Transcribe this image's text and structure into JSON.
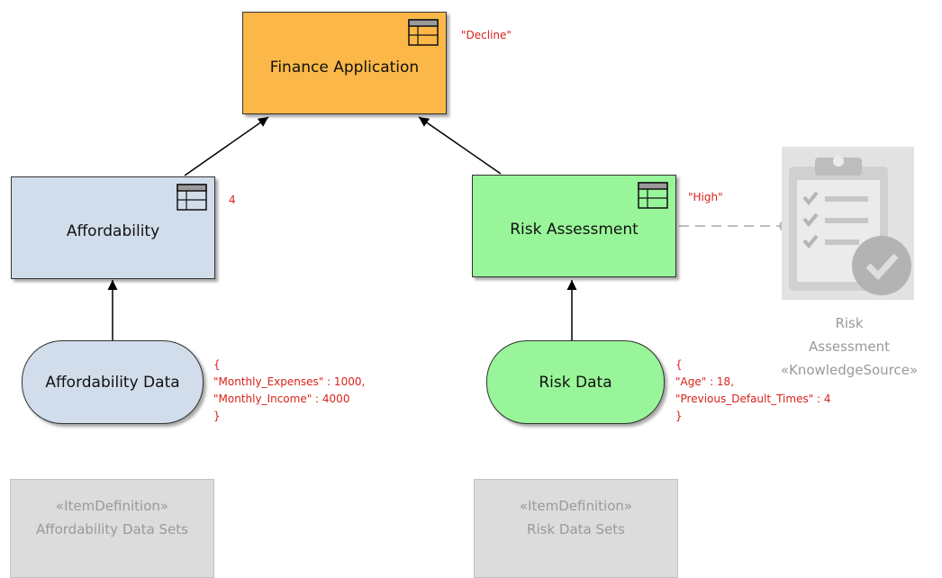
{
  "nodes": {
    "finance_application": {
      "label": "Finance Application",
      "value": "\"Decline\""
    },
    "affordability": {
      "label": "Affordability",
      "value": "4"
    },
    "risk_assessment": {
      "label": "Risk Assessment",
      "value": "\"High\""
    },
    "affordability_data": {
      "label": "Affordability Data",
      "value_lines": [
        "{",
        "\"Monthly_Expenses\" : 1000,",
        "\"Monthly_Income\" : 4000",
        "}"
      ]
    },
    "risk_data": {
      "label": "Risk Data",
      "value_lines": [
        "{",
        "\"Age\" : 18,",
        "\"Previous_Default_Times\" : 4",
        "}"
      ]
    },
    "knowledge_source": {
      "name_line1": "Risk",
      "name_line2": "Assessment",
      "stereotype": "«KnowledgeSource»"
    },
    "affordability_item_definition": {
      "stereotype": "«ItemDefinition»",
      "name": "Affordability Data Sets"
    },
    "risk_item_definition": {
      "stereotype": "«ItemDefinition»",
      "name": "Risk Data Sets"
    }
  },
  "colors": {
    "decision_orange": "#fbb848",
    "decision_blue": "#d2ddeb",
    "decision_green": "#99f599",
    "input_blue": "#d2ddeb",
    "input_green": "#99f599",
    "value_red": "#d9221a",
    "item_definition_gray": "#dcdcdc",
    "knowledge_source_gray": "#d6d6d6"
  },
  "icons": {
    "decision_table": "table-icon",
    "knowledge_source": "clipboard-check-icon"
  }
}
